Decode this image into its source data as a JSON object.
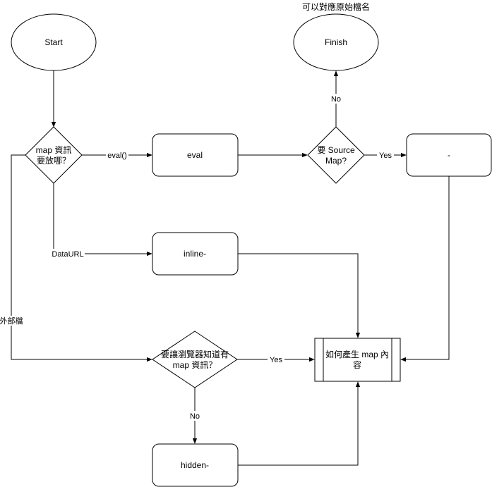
{
  "nodes": {
    "start": "Start",
    "finish": "Finish",
    "finish_note": "可以對應原始檔名",
    "decision_where_line1": "map 資訊",
    "decision_where_line2": "要放哪？",
    "eval": "eval",
    "decision_source_map_line1": "要 Source",
    "decision_source_map_line2": "Map?",
    "dash_box": "-",
    "inline": "inline-",
    "decision_browser_line1": "要讓瀏覽器知道有",
    "decision_browser_line2": "map 資訊？",
    "generate_map_line1": "如何產生 map 內",
    "generate_map_line2": "容",
    "hidden": "hidden-"
  },
  "edges": {
    "eval_label": "eval()",
    "dataurl_label": "DataURL",
    "external_label": "外部檔",
    "no_finish_label": "No",
    "yes_dash_label": "Yes",
    "yes_generate_label": "Yes",
    "no_hidden_label": "No"
  }
}
